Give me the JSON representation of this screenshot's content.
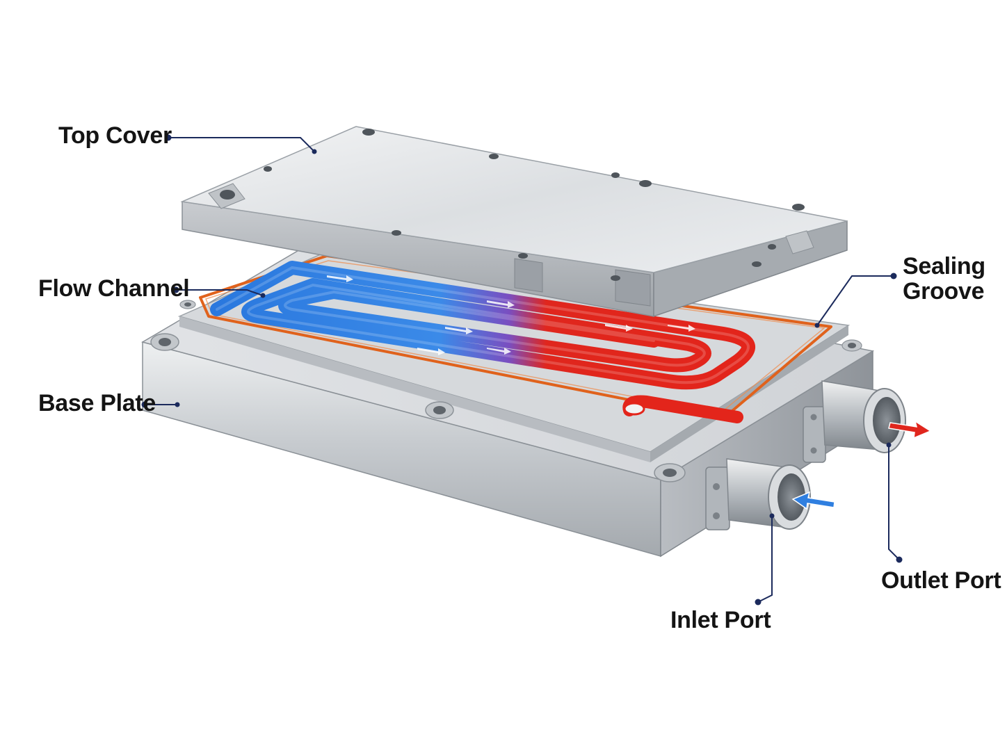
{
  "labels": {
    "top_cover": "Top Cover",
    "flow_channel": "Flow Channel",
    "base_plate": "Base Plate",
    "sealing_groove_line1": "Sealing",
    "sealing_groove_line2": "Groove",
    "inlet_port": "Inlet Port",
    "outlet_port": "Outlet Port"
  },
  "colors": {
    "leader_line": "#1b2a5c",
    "cold_flow": "#2f7fe0",
    "hot_flow": "#e0261d",
    "seal": "#e0621c",
    "metal_light": "#e6e8ea",
    "metal_dark": "#9aa0a6"
  },
  "icons": [
    "inlet-arrow-icon",
    "outlet-arrow-icon",
    "flow-direction-arrow-icon"
  ]
}
